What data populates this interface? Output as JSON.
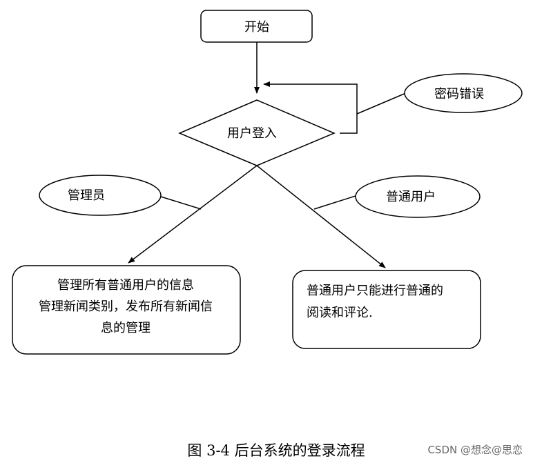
{
  "nodes": {
    "start": "开始",
    "login": "用户登入",
    "wrong_password": "密码错误",
    "admin": "管理员",
    "regular_user": "普通用户",
    "admin_desc": [
      "管理所有普通用户的信息",
      "管理新闻类别，发布所有新闻信",
      "息的管理"
    ],
    "user_desc": [
      "普通用户只能进行普通的",
      "阅读和评论."
    ]
  },
  "caption": "图 3-4 后台系统的登录流程",
  "watermark": "CSDN @想念@思恋"
}
